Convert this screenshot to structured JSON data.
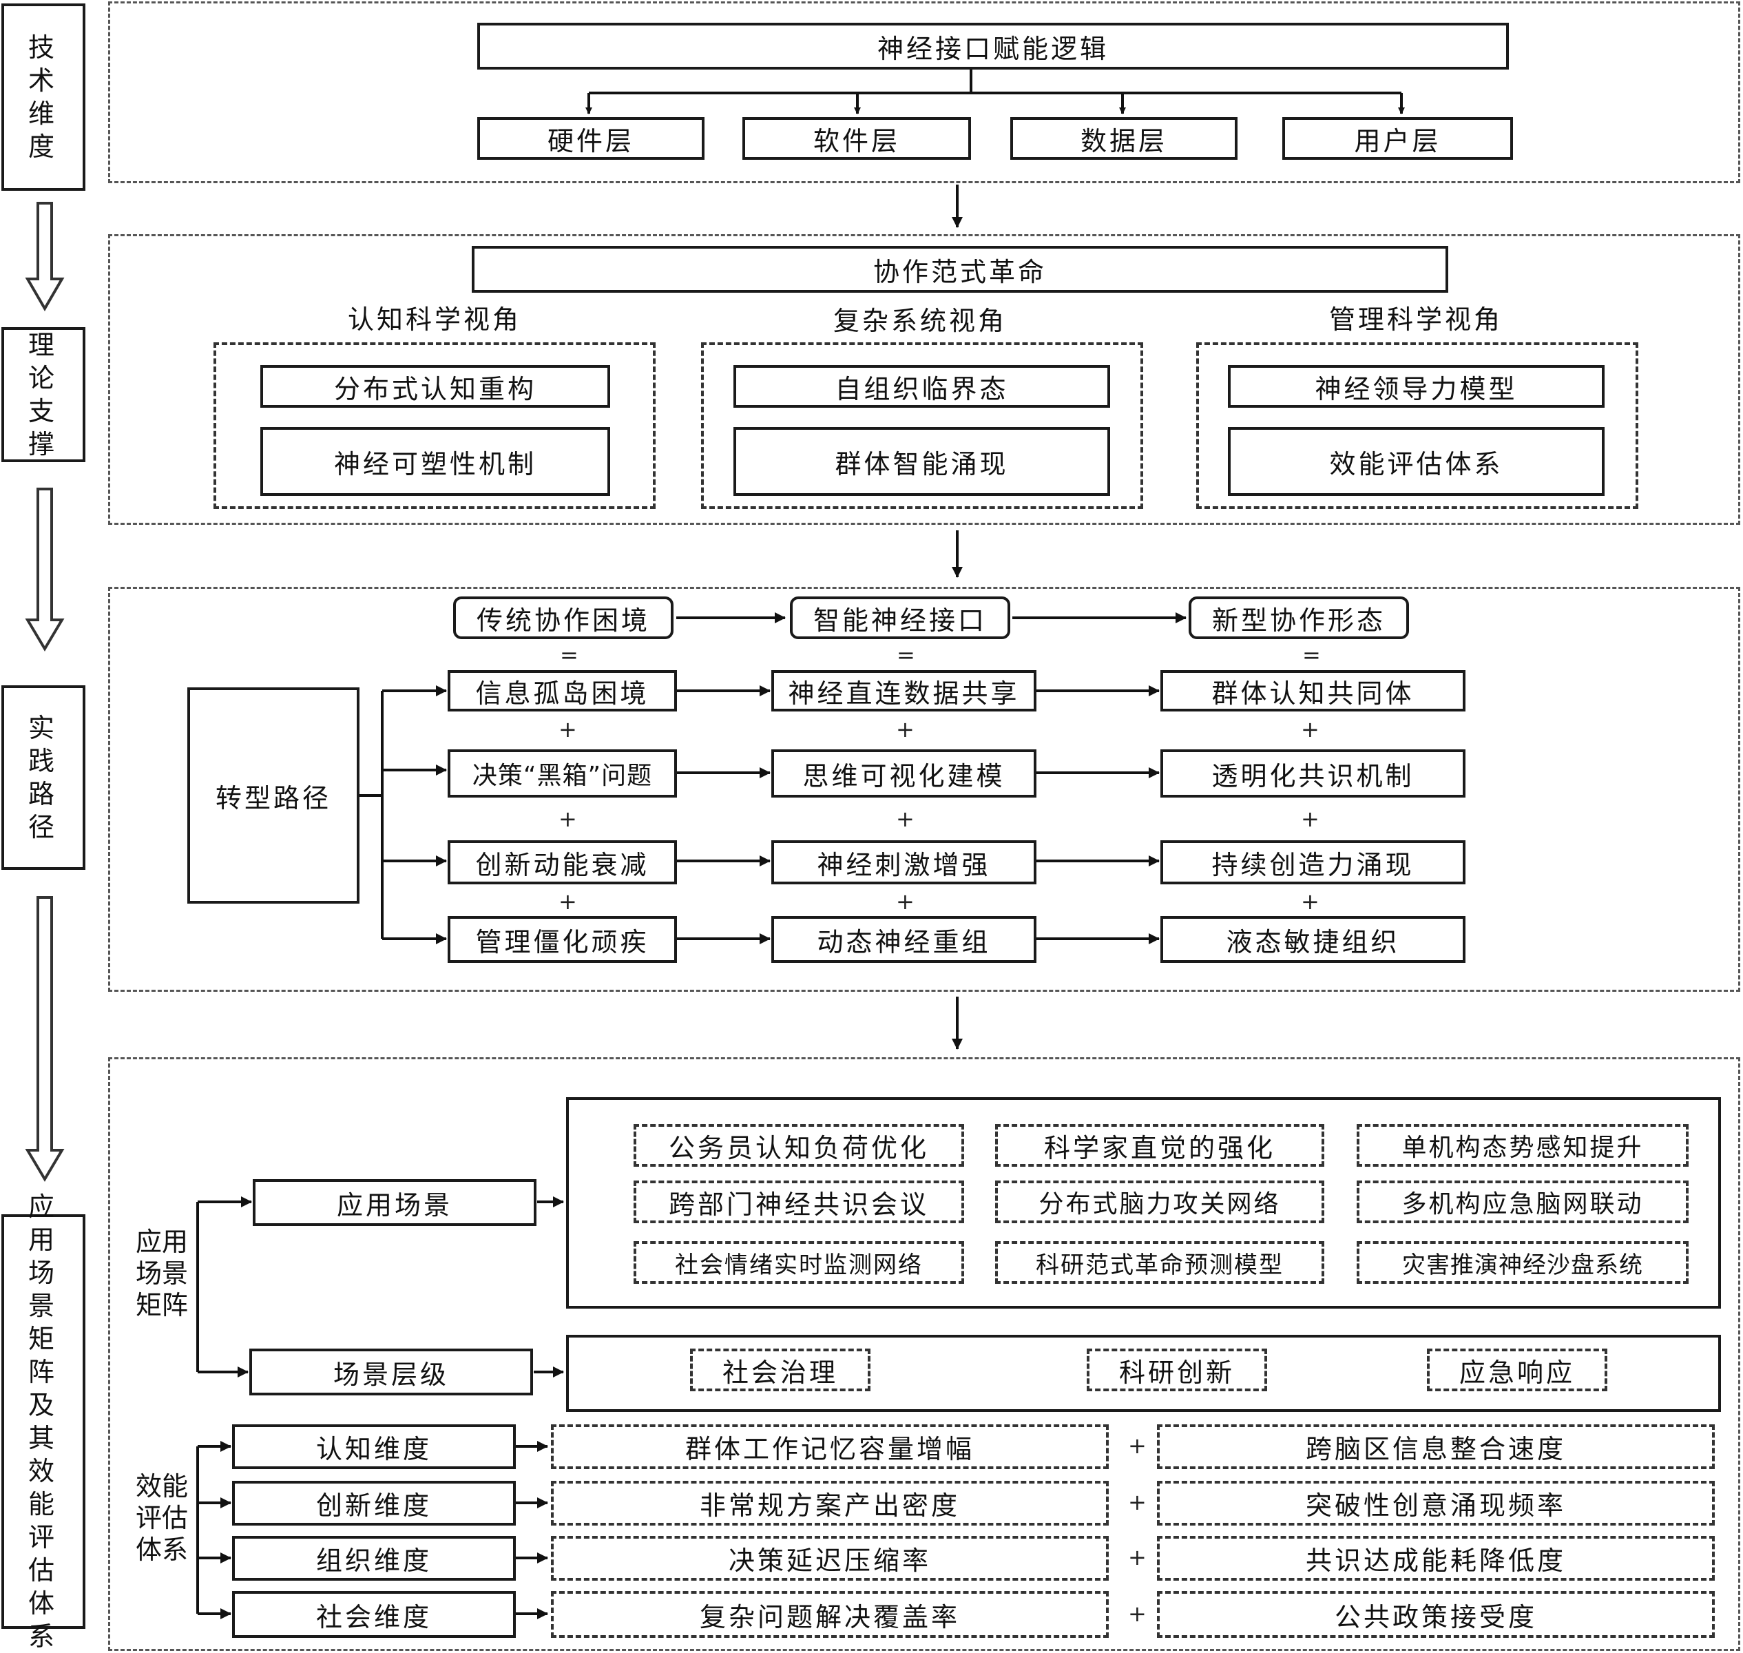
{
  "side": {
    "tech": "技术维度",
    "theory": "理论支撑",
    "practice": "实践路径",
    "app": "应用场景矩阵及其效能评估体系"
  },
  "tech": {
    "top": "神经接口赋能逻辑",
    "layers": [
      "硬件层",
      "软件层",
      "数据层",
      "用户层"
    ]
  },
  "theory": {
    "top": "协作范式革命",
    "perspectives": [
      {
        "title": "认知科学视角",
        "items": [
          "分布式认知重构",
          "神经可塑性机制"
        ]
      },
      {
        "title": "复杂系统视角",
        "items": [
          "自组织临界态",
          "群体智能涌现"
        ]
      },
      {
        "title": "管理科学视角",
        "items": [
          "神经领导力模型",
          "效能评估体系"
        ]
      }
    ]
  },
  "practice": {
    "headers": [
      "传统协作困境",
      "智能神经接口",
      "新型协作形态"
    ],
    "equal": "=",
    "plus": "+",
    "path": "转型路径",
    "rows": [
      [
        "信息孤岛困境",
        "神经直连数据共享",
        "群体认知共同体"
      ],
      [
        "决策“黑箱”问题",
        "思维可视化建模",
        "透明化共识机制"
      ],
      [
        "创新动能衰减",
        "神经刺激增强",
        "持续创造力涌现"
      ],
      [
        "管理僵化顽疾",
        "动态神经重组",
        "液态敏捷组织"
      ]
    ]
  },
  "app": {
    "matrix_label": "应用场景矩阵",
    "scenario_label": "应用场景",
    "level_label": "场景层级",
    "scenarios": [
      [
        "公务员认知负荷优化",
        "科学家直觉的强化",
        "单机构态势感知提升"
      ],
      [
        "跨部门神经共识会议",
        "分布式脑力攻关网络",
        "多机构应急脑网联动"
      ],
      [
        "社会情绪实时监测网络",
        "科研范式革命预测模型",
        "灾害推演神经沙盘系统"
      ]
    ],
    "levels": [
      "社会治理",
      "科研创新",
      "应急响应"
    ],
    "eval_label": "效能评估体系",
    "eval": [
      {
        "dim": "认知维度",
        "a": "群体工作记忆容量增幅",
        "b": "跨脑区信息整合速度"
      },
      {
        "dim": "创新维度",
        "a": "非常规方案产出密度",
        "b": "突破性创意涌现频率"
      },
      {
        "dim": "组织维度",
        "a": "决策延迟压缩率",
        "b": "共识达成能耗降低度"
      },
      {
        "dim": "社会维度",
        "a": "复杂问题解决覆盖率",
        "b": "公共政策接受度"
      }
    ]
  }
}
